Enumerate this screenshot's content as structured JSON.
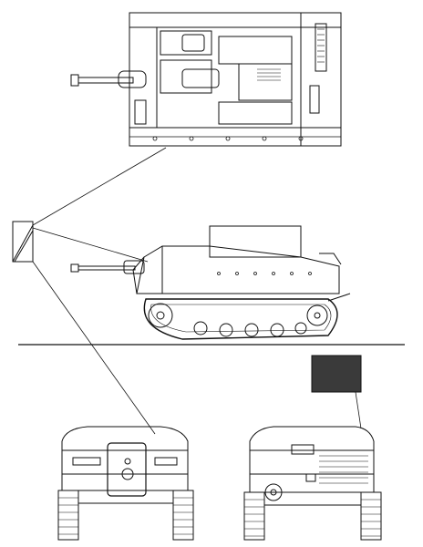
{
  "drawing": {
    "ink_color": "#111111",
    "paper_color": "#ffffff",
    "shade_fill": "#3a3a3a"
  },
  "views": [
    {
      "name": "top-view"
    },
    {
      "name": "side-view"
    },
    {
      "name": "front-view"
    },
    {
      "name": "rear-view"
    }
  ],
  "swatches": [
    {
      "name": "hatched-camouflage-swatch"
    },
    {
      "name": "dark-color-swatch"
    }
  ]
}
